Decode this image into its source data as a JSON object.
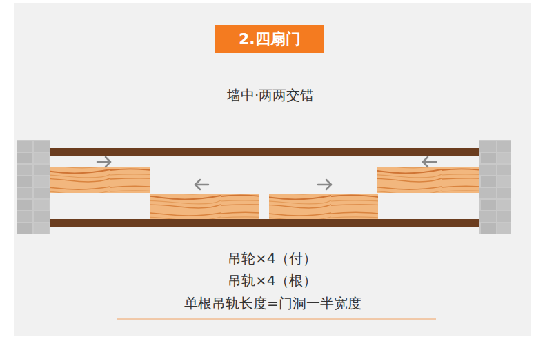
{
  "diagram": {
    "title": "2.四扇门",
    "labels": [
      "墙中·两两交错",
      "吊轮×4（付）",
      "吊轨×4（根）",
      "单根吊轨长度=门洞一半宽度"
    ]
  }
}
